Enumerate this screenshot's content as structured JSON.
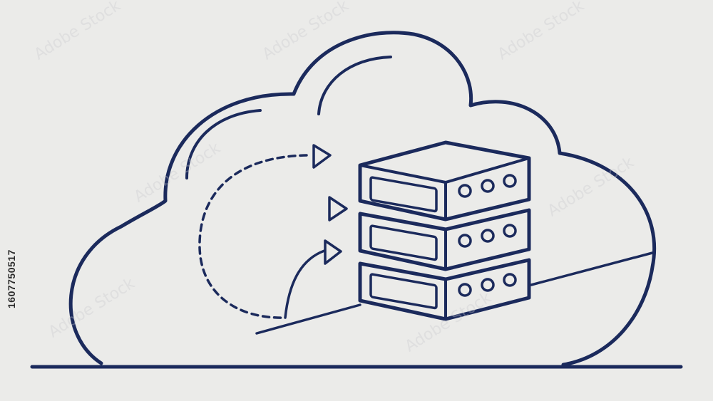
{
  "colors": {
    "background": "#ebebe9",
    "ink": "#1b2a5c",
    "server_fill": "#ecedf0"
  },
  "illustration": {
    "subject": "cloud-server-illustration",
    "icons": [
      "cloud-outline-icon",
      "server-stack-icon",
      "dashed-arrow-icon",
      "play-triangle-icon"
    ]
  },
  "watermark": {
    "image_id": "1607750517",
    "brand": "Adobe Stock"
  }
}
